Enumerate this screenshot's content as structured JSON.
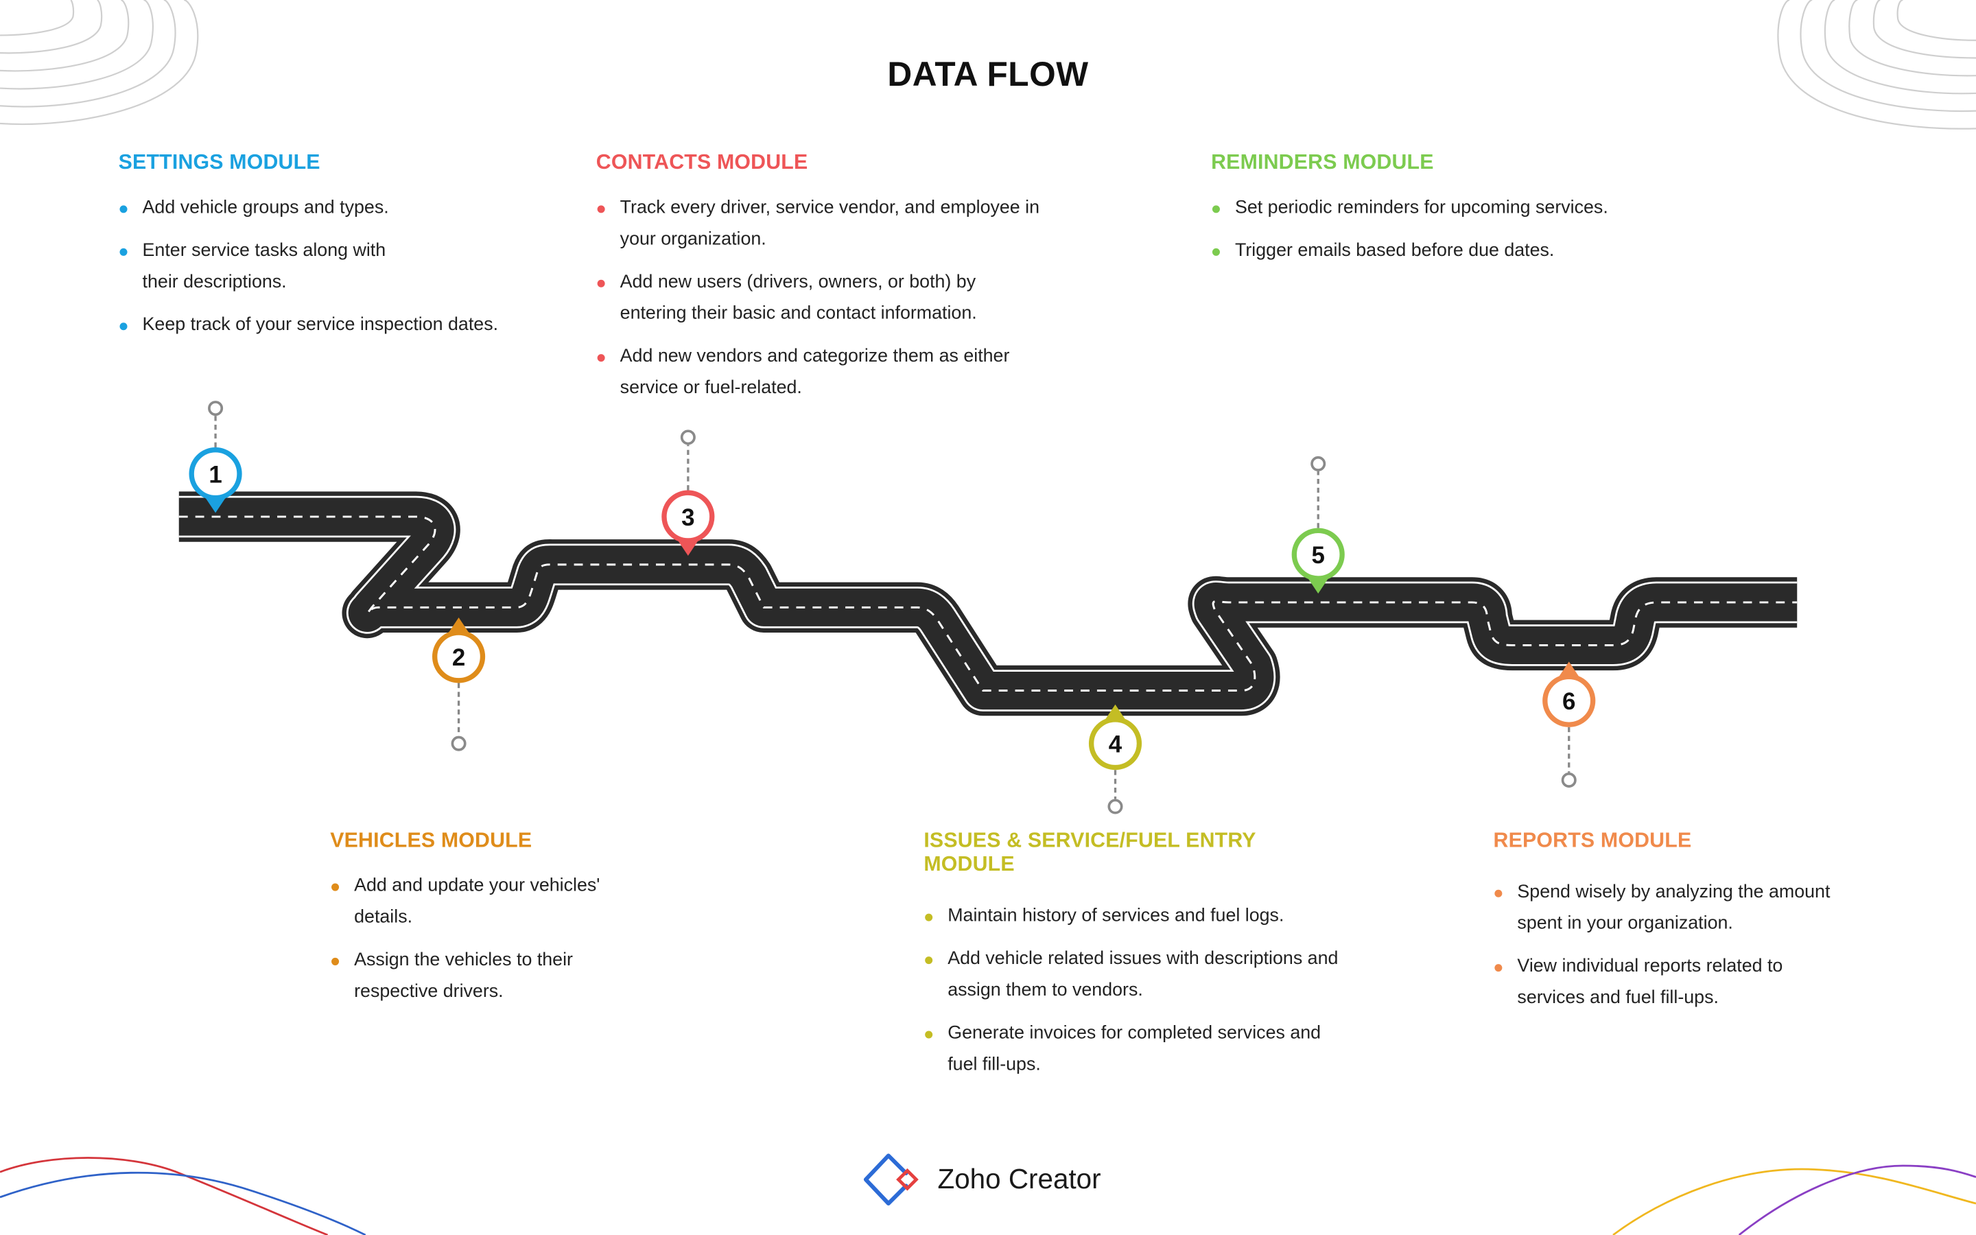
{
  "title": "DATA FLOW",
  "brand": "Zoho Creator",
  "colors": {
    "settings": "#1aa1e0",
    "contacts": "#ee5557",
    "reminders": "#7ccb4f",
    "vehicles": "#df8c1a",
    "issues": "#c4bd24",
    "reports": "#f08a4b",
    "road": "#2a2a2a"
  },
  "modules": [
    {
      "number": "1",
      "title": "SETTINGS MODULE",
      "color_key": "settings",
      "bullets": [
        "Add vehicle groups and types.",
        "Enter service tasks along with their descriptions.",
        "Keep track of your service inspection dates."
      ]
    },
    {
      "number": "2",
      "title": "VEHICLES MODULE",
      "color_key": "vehicles",
      "bullets": [
        "Add and update your vehicles' details.",
        "Assign the vehicles to their respective drivers."
      ]
    },
    {
      "number": "3",
      "title": "CONTACTS MODULE",
      "color_key": "contacts",
      "bullets": [
        "Track every driver, service vendor, and employee in your organization.",
        "Add new users (drivers, owners, or both) by entering their basic and contact information.",
        "Add new vendors and categorize them as either service or fuel-related."
      ]
    },
    {
      "number": "4",
      "title": "ISSUES & SERVICE/FUEL ENTRY MODULE",
      "color_key": "issues",
      "bullets": [
        "Maintain history of services and fuel logs.",
        "Add vehicle related issues with descriptions and assign them to vendors.",
        "Generate invoices for completed services and fuel fill-ups."
      ]
    },
    {
      "number": "5",
      "title": "REMINDERS MODULE",
      "color_key": "reminders",
      "bullets": [
        "Set periodic reminders for upcoming services.",
        "Trigger emails based before due dates."
      ]
    },
    {
      "number": "6",
      "title": "REPORTS MODULE",
      "color_key": "reports",
      "bullets": [
        "Spend wisely by analyzing the amount spent in your organization.",
        "View individual reports related to services and fuel fill-ups."
      ]
    }
  ]
}
